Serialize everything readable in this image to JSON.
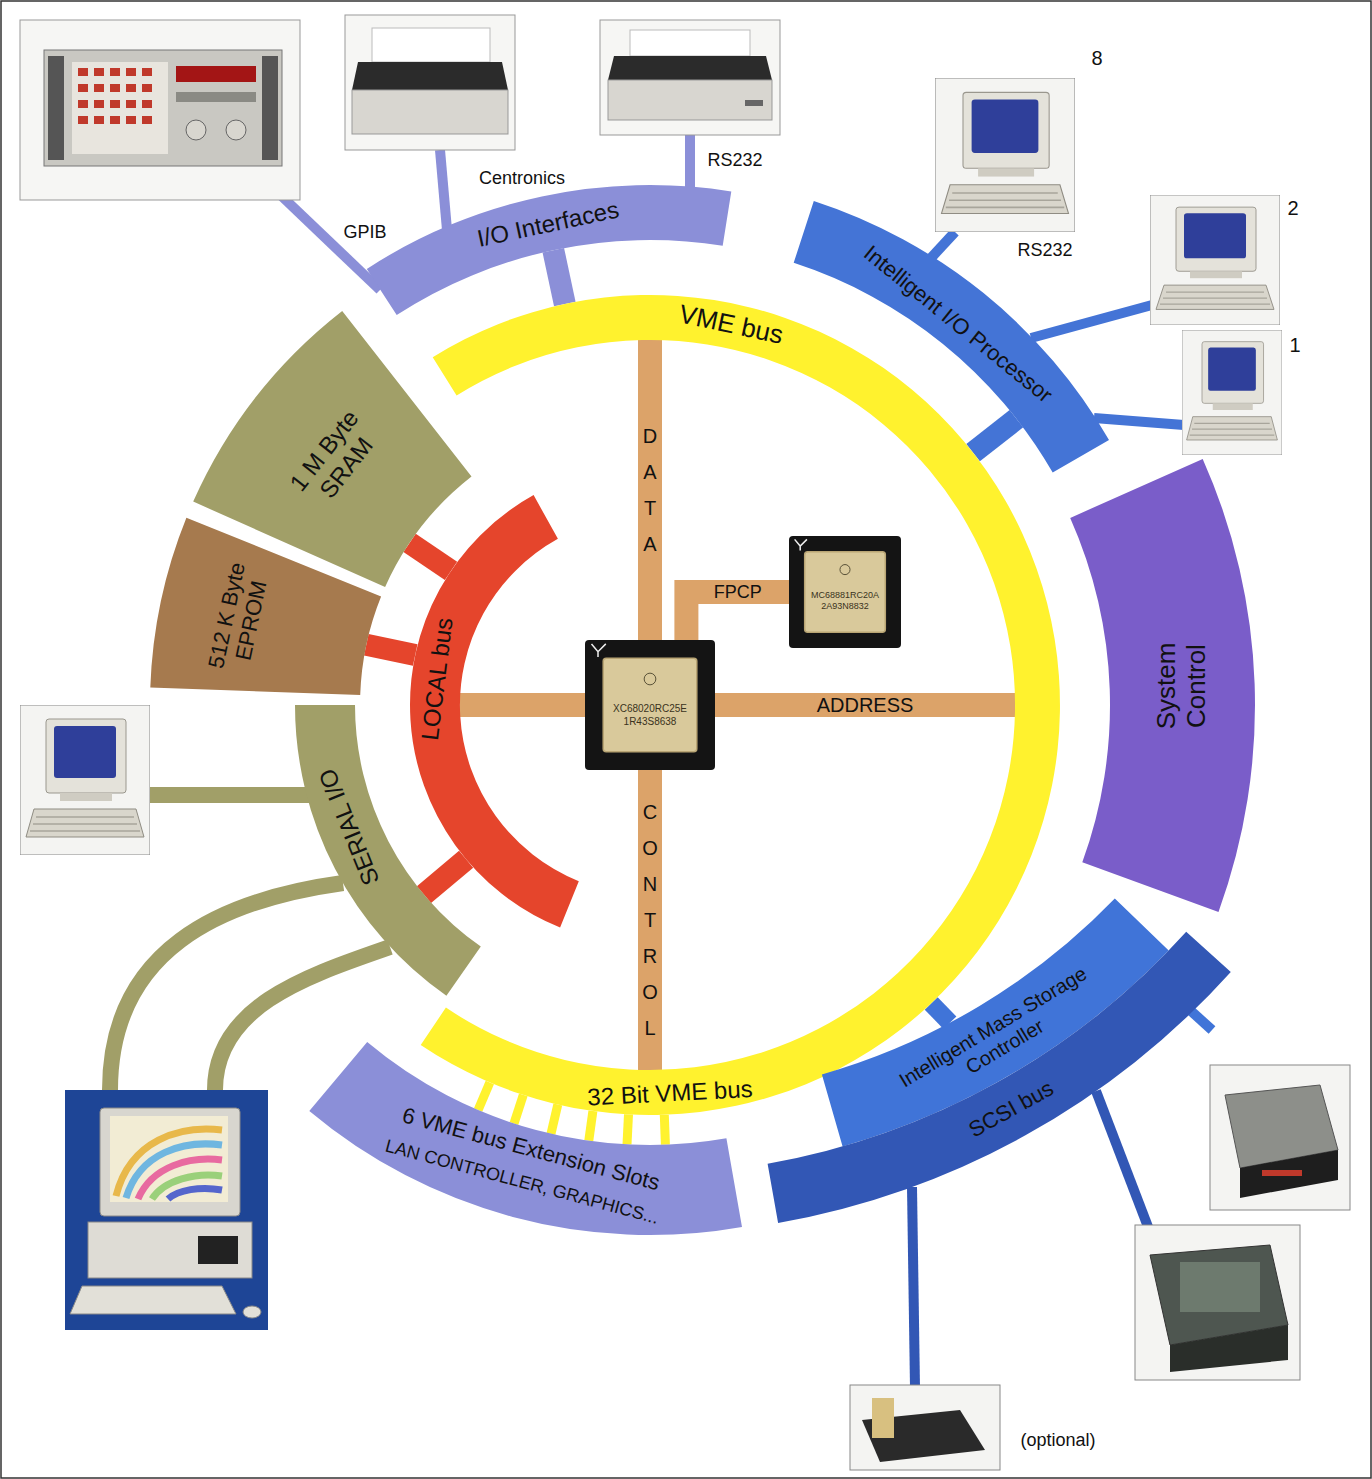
{
  "diagram": {
    "nodes": [
      {
        "text": [
          "I/O Interfaces"
        ]
      },
      {
        "text": [
          "Intelligent I/O Processor"
        ]
      },
      {
        "text": [
          "VME bus",
          "32 Bit VME bus"
        ]
      },
      {
        "text": [
          "1 M Byte SRAM"
        ]
      },
      {
        "text": [
          "512 K Byte EPROM"
        ]
      },
      {
        "text": [
          "LOCAL bus"
        ]
      },
      {
        "text": [
          "SERIAL I/O"
        ]
      },
      {
        "text": [
          "System Control"
        ]
      },
      {
        "text": [
          "Intelligent Mass Storage Controller"
        ]
      },
      {
        "text": [
          "SCSI bus"
        ]
      },
      {
        "text": [
          "6 VME bus Extension Slots",
          "LAN CONTROLLER, GRAPHICS..."
        ]
      },
      {
        "text": [
          "XC68020RC25E 1R43S8638"
        ]
      },
      {
        "text": [
          "MC68881RC20A 2A93N8832"
        ]
      }
    ],
    "edges": [
      {
        "from": 11,
        "to": 2,
        "label": "DATA",
        "arrow": "none"
      },
      {
        "from": 11,
        "to": 2,
        "label": "ADDRESS",
        "arrow": "none"
      },
      {
        "from": 11,
        "to": 2,
        "label": "CONTROL",
        "arrow": "none"
      },
      {
        "from": 11,
        "to": 12,
        "label": "FPCP",
        "arrow": "none"
      },
      {
        "from": 11,
        "to": 5,
        "arrow": "none"
      },
      {
        "from": 0,
        "to": 2,
        "arrow": "none"
      },
      {
        "from": 1,
        "to": 2,
        "arrow": "none"
      },
      {
        "from": 3,
        "to": 5,
        "arrow": "none"
      },
      {
        "from": 4,
        "to": 5,
        "arrow": "none"
      },
      {
        "from": 6,
        "to": 5,
        "arrow": "none"
      },
      {
        "from": 8,
        "to": 2,
        "arrow": "none"
      },
      {
        "from": 10,
        "to": 2,
        "arrow": "none"
      },
      {
        "from": 10,
        "to": 2,
        "arrow": "none"
      },
      {
        "from": 10,
        "to": 2,
        "arrow": "none"
      },
      {
        "from": 10,
        "to": 2,
        "arrow": "none"
      },
      {
        "from": 10,
        "to": 2,
        "arrow": "none"
      },
      {
        "from": 10,
        "to": 2,
        "arrow": "none"
      }
    ],
    "labels": [
      "GPIB",
      "Centronics",
      "RS232",
      "8",
      "RS232",
      "2",
      "1",
      "(optional)"
    ]
  }
}
